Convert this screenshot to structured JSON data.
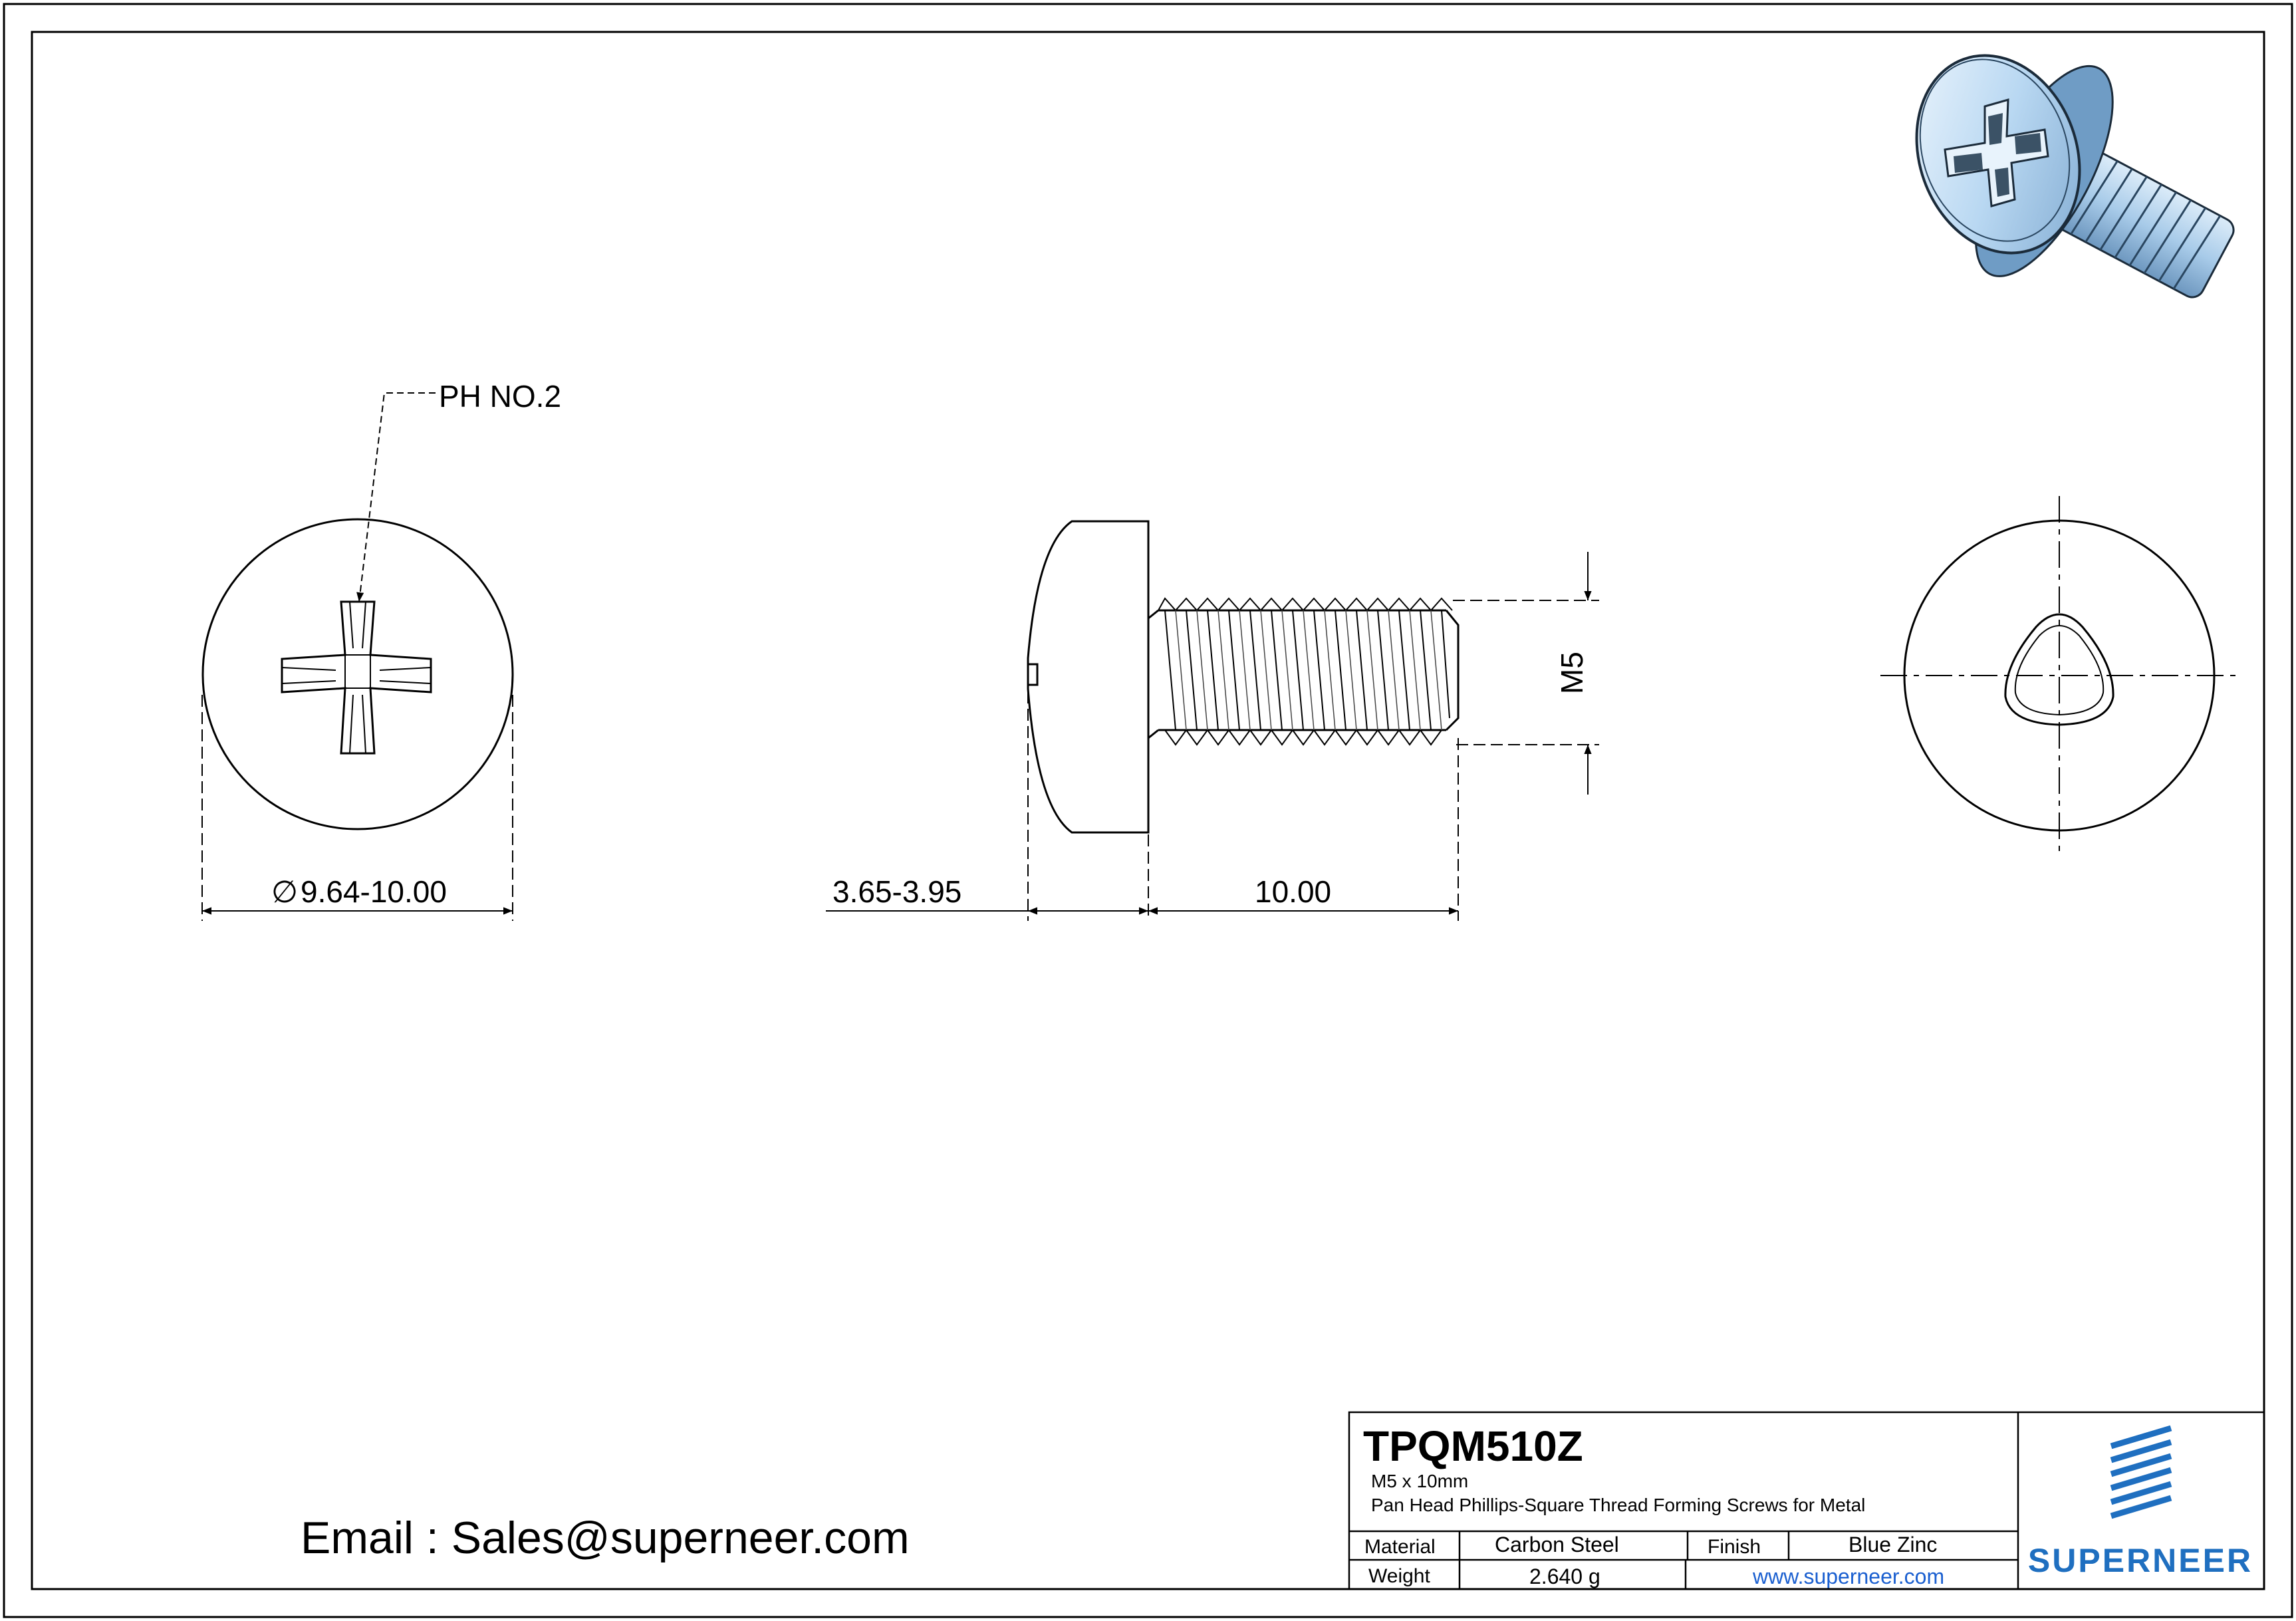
{
  "drawing": {
    "callouts": {
      "recess": "PH NO.2",
      "head_diameter": "9.64-10.00",
      "head_height": "3.65-3.95",
      "length": "10.00",
      "thread_size": "M5"
    },
    "symbols": {
      "diameter": "∅"
    }
  },
  "contact": {
    "email_line": "Email : Sales@superneer.com"
  },
  "title_block": {
    "part_number": "TPQM510Z",
    "size": "M5 x 10mm",
    "description": "Pan Head Phillips-Square Thread Forming Screws for Metal",
    "material_label": "Material",
    "material_value": "Carbon Steel",
    "finish_label": "Finish",
    "finish_value": "Blue Zinc",
    "weight_label": "Weight",
    "weight_value": "2.640 g",
    "website": "www.superneer.com",
    "brand": "SUPERNEER"
  },
  "colors": {
    "line": "#000000",
    "brand_blue": "#1f6fc0",
    "link_blue": "#1a5fd0",
    "screw_blue_light": "#d6e9f8",
    "screw_blue_mid": "#9cc6ea",
    "screw_blue_dark": "#5f8fb8"
  },
  "icons": [
    "superneer-logo-icon",
    "screw-3d-icon"
  ]
}
